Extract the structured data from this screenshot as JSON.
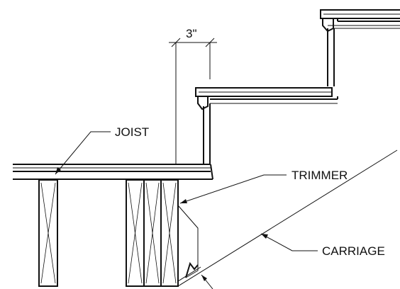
{
  "labels": {
    "dimension": "3\"",
    "joist": "JOIST",
    "trimmer": "TRIMMER",
    "carriage": "CARRIAGE"
  },
  "colors": {
    "line": "#111111",
    "background": "#ffffff"
  }
}
